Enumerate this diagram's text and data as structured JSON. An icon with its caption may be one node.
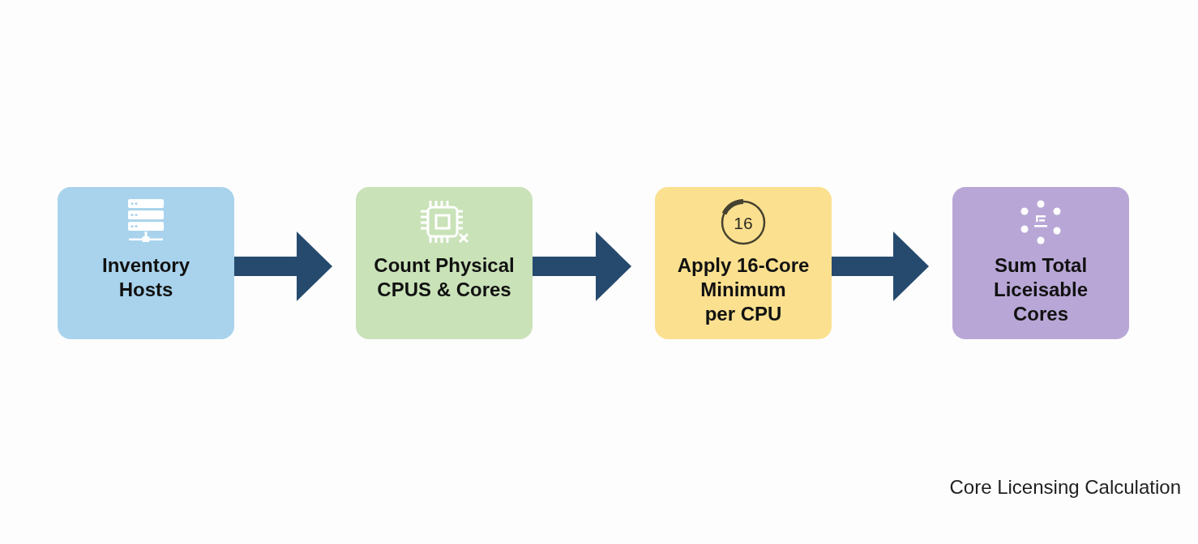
{
  "diagram": {
    "caption": "Core Licensing Calculation",
    "nodes": [
      {
        "text": [
          "Inventory Hosts"
        ]
      },
      {
        "text": [
          "Count Physical CPUS & Cores"
        ]
      },
      {
        "text": [
          "16",
          "Apply 16-Core Minimum per CPU"
        ]
      },
      {
        "text": [
          "Sum Total Liceisable Cores"
        ]
      }
    ],
    "edges": [
      {
        "from": 0,
        "to": 1,
        "arrow": "to"
      },
      {
        "from": 1,
        "to": 2,
        "arrow": "to"
      },
      {
        "from": 2,
        "to": 3,
        "arrow": "to"
      }
    ]
  }
}
